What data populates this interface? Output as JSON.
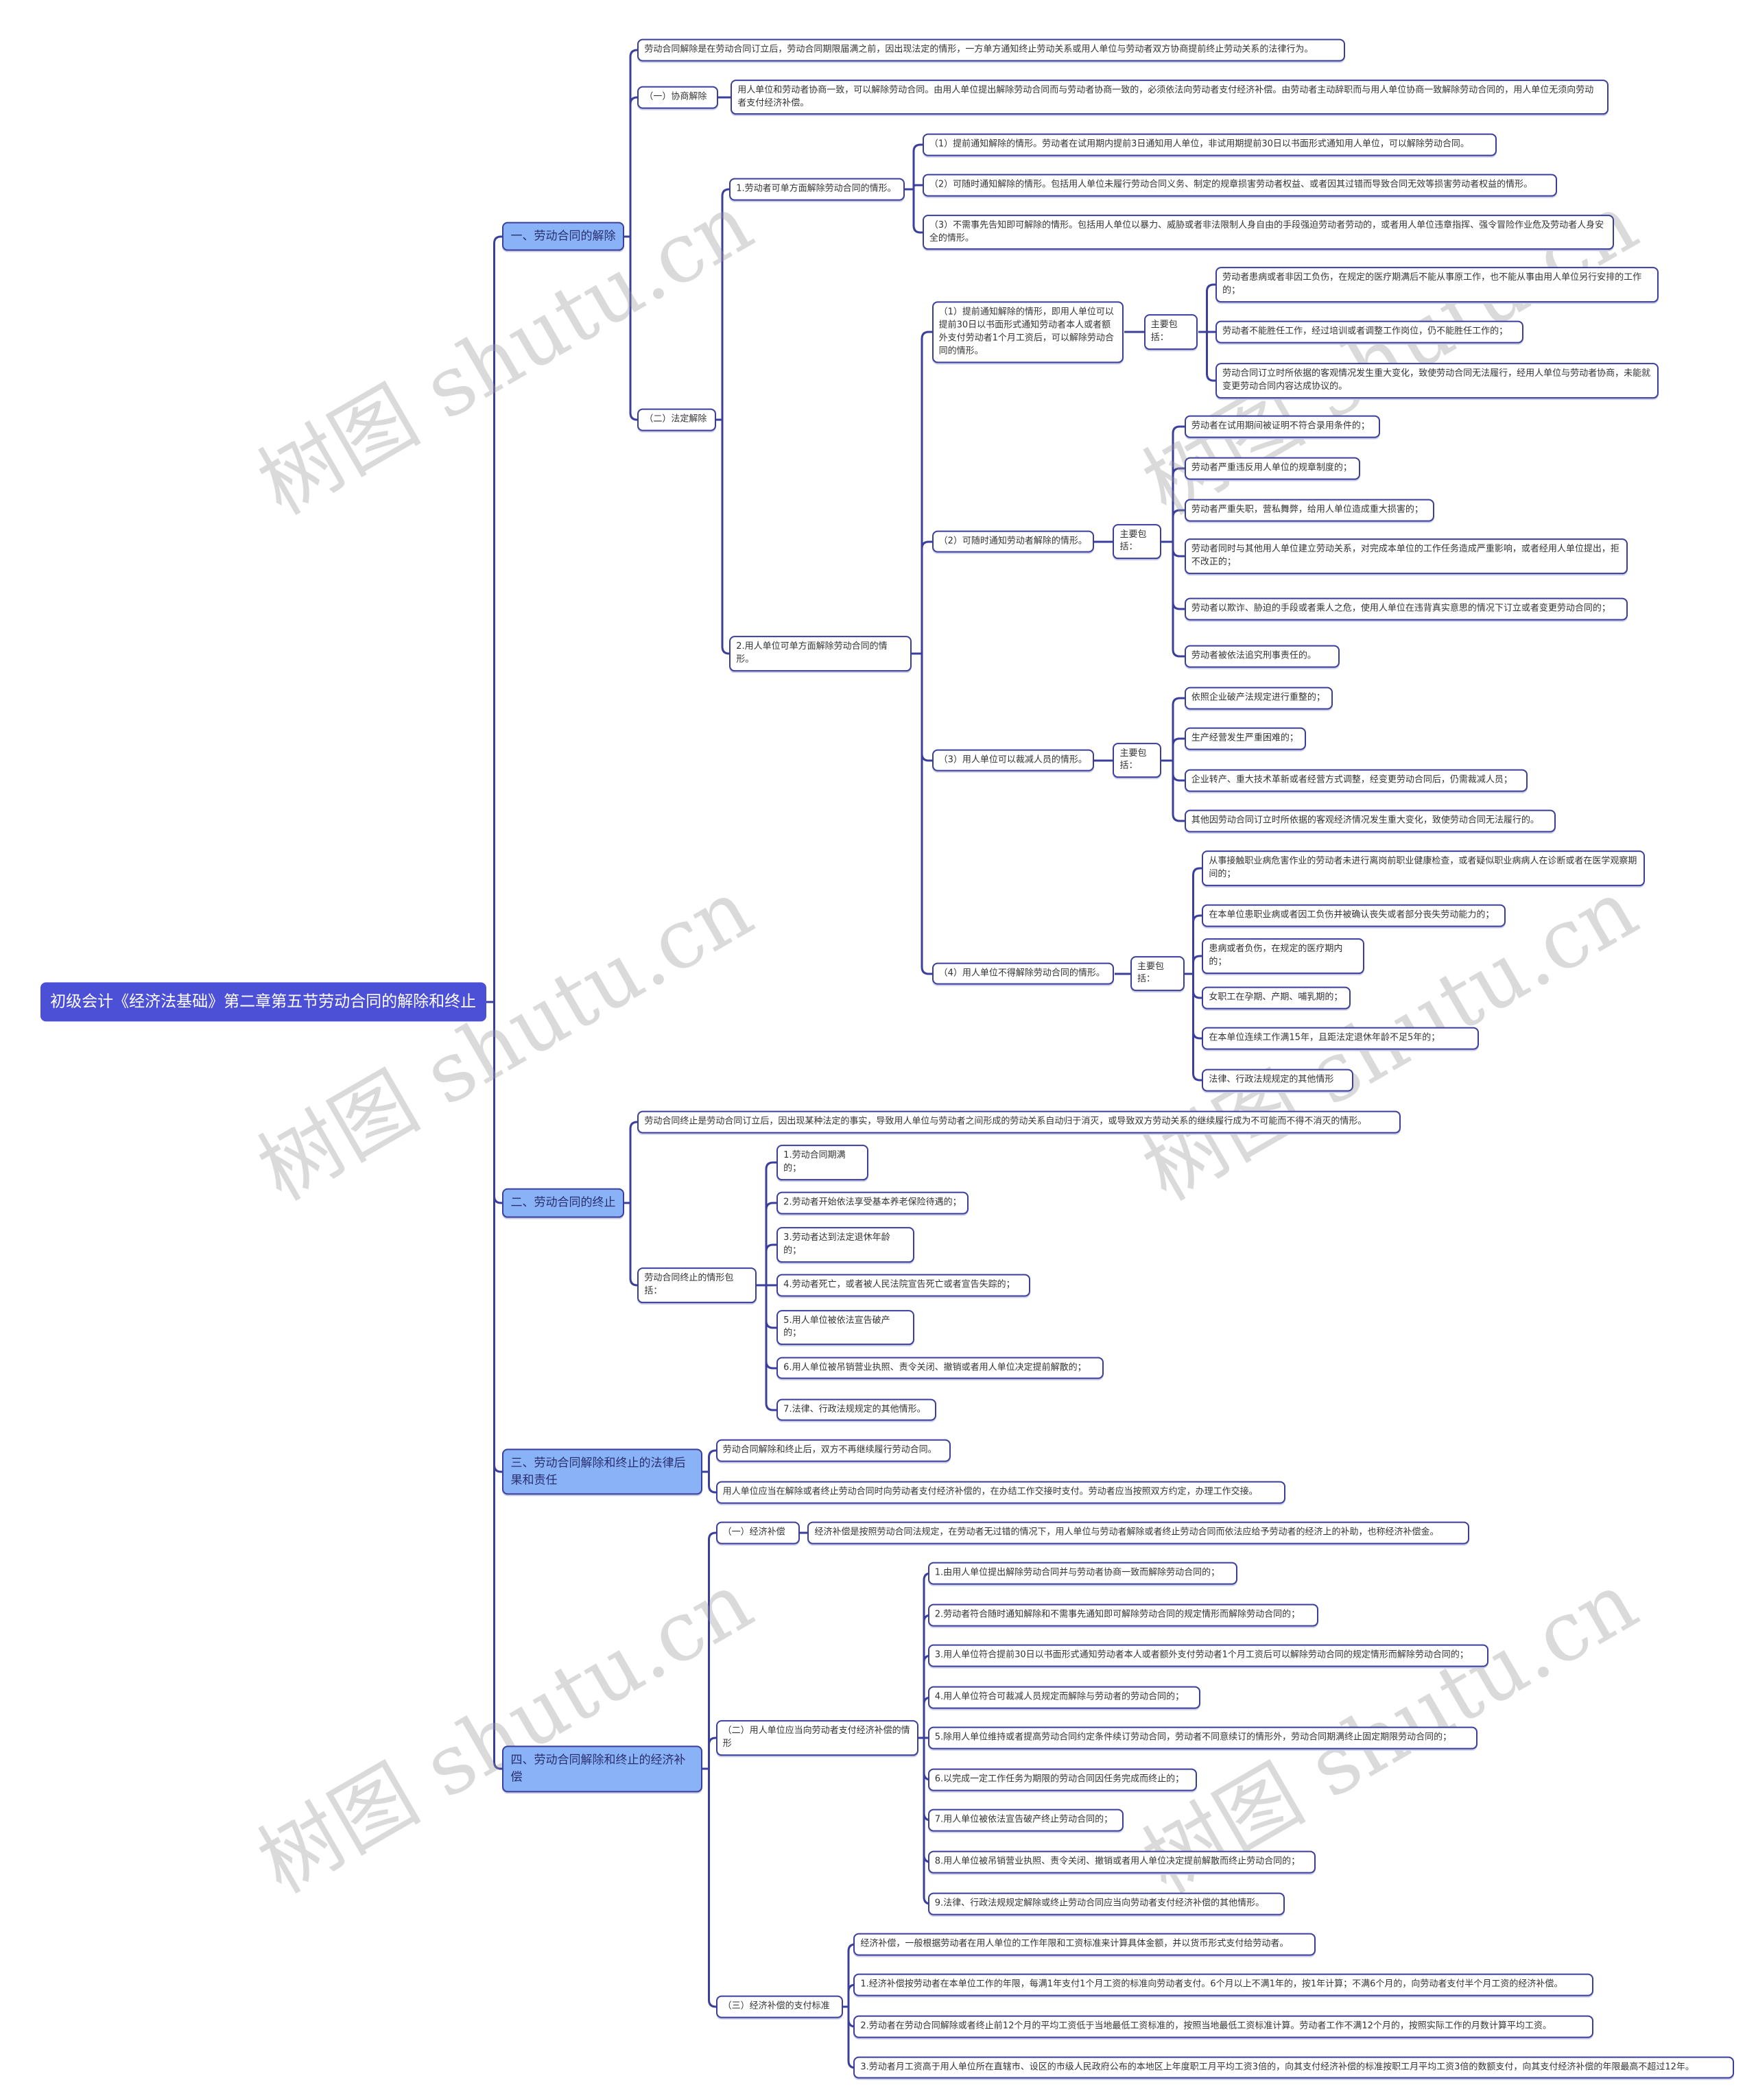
{
  "watermark": "树图 shutu.cn",
  "colors": {
    "root": "#4b50d6",
    "branch": "#8ab2f7",
    "line": "#3b3f9c"
  },
  "tree": {
    "text": "初级会计《经济法基础》第二章第五节劳动合同的解除和终止",
    "children": [
      {
        "text": "一、劳动合同的解除",
        "children": [
          {
            "text": "劳动合同解除是在劳动合同订立后，劳动合同期限届满之前，因出现法定的情形，一方单方通知终止劳动关系或用人单位与劳动者双方协商提前终止劳动关系的法律行为。"
          },
          {
            "text": "（一）协商解除",
            "children": [
              {
                "text": "用人单位和劳动者协商一致，可以解除劳动合同。由用人单位提出解除劳动合同而与劳动者协商一致的，必须依法向劳动者支付经济补偿。由劳动者主动辞职而与用人单位协商一致解除劳动合同的，用人单位无须向劳动者支付经济补偿。"
              }
            ]
          },
          {
            "text": "（二）法定解除",
            "children": [
              {
                "text": "1.劳动者可单方面解除劳动合同的情形。",
                "children": [
                  {
                    "text": "（1）提前通知解除的情形。劳动者在试用期内提前3日通知用人单位，非试用期提前30日以书面形式通知用人单位，可以解除劳动合同。"
                  },
                  {
                    "text": "（2）可随时通知解除的情形。包括用人单位未履行劳动合同义务、制定的规章损害劳动者权益、或者因其过错而导致合同无效等损害劳动者权益的情形。"
                  },
                  {
                    "text": "（3）不需事先告知即可解除的情形。包括用人单位以暴力、威胁或者非法限制人身自由的手段强迫劳动者劳动的，或者用人单位违章指挥、强令冒险作业危及劳动者人身安全的情形。"
                  }
                ]
              },
              {
                "text": "2.用人单位可单方面解除劳动合同的情形。",
                "children": [
                  {
                    "text": "（1）提前通知解除的情形，即用人单位可以提前30日以书面形式通知劳动者本人或者额外支付劳动者1个月工资后，可以解除劳动合同的情形。",
                    "children": [
                      {
                        "text": "主要包括：",
                        "children": [
                          {
                            "text": "劳动者患病或者非因工负伤，在规定的医疗期满后不能从事原工作，也不能从事由用人单位另行安排的工作的；"
                          },
                          {
                            "text": "劳动者不能胜任工作，经过培训或者调整工作岗位，仍不能胜任工作的；"
                          },
                          {
                            "text": "劳动合同订立时所依据的客观情况发生重大变化，致使劳动合同无法履行，经用人单位与劳动者协商，未能就变更劳动合同内容达成协议的。"
                          }
                        ]
                      }
                    ]
                  },
                  {
                    "text": "（2）可随时通知劳动者解除的情形。",
                    "children": [
                      {
                        "text": "主要包括：",
                        "children": [
                          {
                            "text": "劳动者在试用期间被证明不符合录用条件的；"
                          },
                          {
                            "text": "劳动者严重违反用人单位的规章制度的；"
                          },
                          {
                            "text": "劳动者严重失职，营私舞弊，给用人单位造成重大损害的；"
                          },
                          {
                            "text": "劳动者同时与其他用人单位建立劳动关系，对完成本单位的工作任务造成严重影响，或者经用人单位提出，拒不改正的；"
                          },
                          {
                            "text": "劳动者以欺诈、胁迫的手段或者乘人之危，使用人单位在违背真实意思的情况下订立或者变更劳动合同的；"
                          },
                          {
                            "text": "劳动者被依法追究刑事责任的。"
                          }
                        ]
                      }
                    ]
                  },
                  {
                    "text": "（3）用人单位可以裁减人员的情形。",
                    "children": [
                      {
                        "text": "主要包括：",
                        "children": [
                          {
                            "text": "依照企业破产法规定进行重整的；"
                          },
                          {
                            "text": "生产经营发生严重困难的；"
                          },
                          {
                            "text": "企业转产、重大技术革新或者经营方式调整，经变更劳动合同后，仍需裁减人员；"
                          },
                          {
                            "text": "其他因劳动合同订立时所依据的客观经济情况发生重大变化，致使劳动合同无法履行的。"
                          }
                        ]
                      }
                    ]
                  },
                  {
                    "text": "（4）用人单位不得解除劳动合同的情形。",
                    "children": [
                      {
                        "text": "主要包括：",
                        "children": [
                          {
                            "text": "从事接触职业病危害作业的劳动者未进行离岗前职业健康检查，或者疑似职业病病人在诊断或者在医学观察期间的；"
                          },
                          {
                            "text": "在本单位患职业病或者因工负伤并被确认丧失或者部分丧失劳动能力的；"
                          },
                          {
                            "text": "患病或者负伤，在规定的医疗期内的；"
                          },
                          {
                            "text": "女职工在孕期、产期、哺乳期的；"
                          },
                          {
                            "text": "在本单位连续工作满15年，且距法定退休年龄不足5年的；"
                          },
                          {
                            "text": "法律、行政法规规定的其他情形"
                          }
                        ]
                      }
                    ]
                  }
                ]
              }
            ]
          }
        ]
      },
      {
        "text": "二、劳动合同的终止",
        "children": [
          {
            "text": "劳动合同终止是劳动合同订立后，因出现某种法定的事实，导致用人单位与劳动者之间形成的劳动关系自动归于消灭，或导致双方劳动关系的继续履行成为不可能而不得不消灭的情形。"
          },
          {
            "text": "劳动合同终止的情形包括：",
            "children": [
              {
                "text": "1.劳动合同期满的；"
              },
              {
                "text": "2.劳动者开始依法享受基本养老保险待遇的；"
              },
              {
                "text": "3.劳动者达到法定退休年龄的；"
              },
              {
                "text": "4.劳动者死亡，或者被人民法院宣告死亡或者宣告失踪的；"
              },
              {
                "text": "5.用人单位被依法宣告破产的；"
              },
              {
                "text": "6.用人单位被吊销营业执照、责令关闭、撤销或者用人单位决定提前解散的；"
              },
              {
                "text": "7.法律、行政法规规定的其他情形。"
              }
            ]
          }
        ]
      },
      {
        "text": "三、劳动合同解除和终止的法律后果和责任",
        "children": [
          {
            "text": "劳动合同解除和终止后，双方不再继续履行劳动合同。"
          },
          {
            "text": "用人单位应当在解除或者终止劳动合同时向劳动者支付经济补偿的，在办结工作交接时支付。劳动者应当按照双方约定，办理工作交接。"
          }
        ]
      },
      {
        "text": "四、劳动合同解除和终止的经济补偿",
        "children": [
          {
            "text": "（一）经济补偿",
            "children": [
              {
                "text": "经济补偿是按照劳动合同法规定，在劳动者无过错的情况下，用人单位与劳动者解除或者终止劳动合同而依法应给予劳动者的经济上的补助，也称经济补偿金。"
              }
            ]
          },
          {
            "text": "（二）用人单位应当向劳动者支付经济补偿的情形",
            "children": [
              {
                "text": "1.由用人单位提出解除劳动合同并与劳动者协商一致而解除劳动合同的；"
              },
              {
                "text": "2.劳动者符合随时通知解除和不需事先通知即可解除劳动合同的规定情形而解除劳动合同的；"
              },
              {
                "text": "3.用人单位符合提前30日以书面形式通知劳动者本人或者额外支付劳动者1个月工资后可以解除劳动合同的规定情形而解除劳动合同的；"
              },
              {
                "text": "4.用人单位符合可裁减人员规定而解除与劳动者的劳动合同的；"
              },
              {
                "text": "5.除用人单位维持或者提高劳动合同约定条件续订劳动合同，劳动者不同意续订的情形外，劳动合同期满终止固定期限劳动合同的；"
              },
              {
                "text": "6.以完成一定工作任务为期限的劳动合同因任务完成而终止的；"
              },
              {
                "text": "7.用人单位被依法宣告破产终止劳动合同的；"
              },
              {
                "text": "8.用人单位被吊销营业执照、责令关闭、撤销或者用人单位决定提前解散而终止劳动合同的；"
              },
              {
                "text": "9.法律、行政法规规定解除或终止劳动合同应当向劳动者支付经济补偿的其他情形。"
              }
            ]
          },
          {
            "text": "（三）经济补偿的支付标准",
            "children": [
              {
                "text": "经济补偿，一般根据劳动者在用人单位的工作年限和工资标准来计算具体金额，并以货币形式支付给劳动者。"
              },
              {
                "text": "1.经济补偿按劳动者在本单位工作的年限，每满1年支付1个月工资的标准向劳动者支付。6个月以上不满1年的，按1年计算；不满6个月的，向劳动者支付半个月工资的经济补偿。"
              },
              {
                "text": "2.劳动者在劳动合同解除或者终止前12个月的平均工资低于当地最低工资标准的，按照当地最低工资标准计算。劳动者工作不满12个月的，按照实际工作的月数计算平均工资。"
              },
              {
                "text": "3.劳动者月工资高于用人单位所在直辖市、设区的市级人民政府公布的本地区上年度职工月平均工资3倍的，向其支付经济补偿的标准按职工月平均工资3倍的数额支付，向其支付经济补偿的年限最高不超过12年。"
              }
            ]
          }
        ]
      }
    ]
  }
}
